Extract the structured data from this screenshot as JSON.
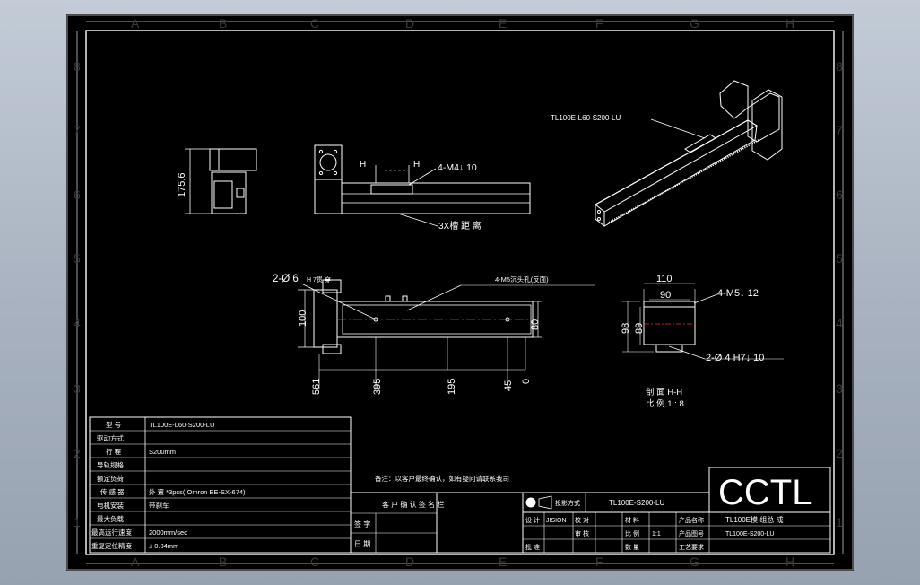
{
  "grid": {
    "cols": [
      "A",
      "B",
      "C",
      "D",
      "E",
      "F",
      "G",
      "H"
    ],
    "rows": [
      "8",
      "7",
      "6",
      "5",
      "4",
      "3",
      "2",
      "1"
    ]
  },
  "views": {
    "iso_label": "TL100E-L60-S200-LU",
    "side_dim": "175.6",
    "front": {
      "section_h": "H",
      "section_h2": "H",
      "thread": "4-M4↓ 10",
      "slots": "3X槽 距 离"
    },
    "top": {
      "pin_hole": "2-Ø 6",
      "pin_tol": "H 7贯 穿",
      "counterbore": "4-M5沉头孔(反面)",
      "h100": "100",
      "h80": "80",
      "x561": "561",
      "x395": "395",
      "x195": "195",
      "x45": "45",
      "x0": "0"
    },
    "section": {
      "w110": "110",
      "w90": "90",
      "thread": "4-M5↓ 12",
      "h98": "98",
      "h89": "89",
      "hole": "2-Ø 4  H7↓ 10",
      "title": "剖 面 H-H",
      "scale": "比 例 1 : 8"
    }
  },
  "spec_table": {
    "rows": [
      {
        "label": "型 号",
        "value": "TL100E-L60-S200-LU"
      },
      {
        "label": "驱动方式",
        "value": ""
      },
      {
        "label": "行 程",
        "value": "S200mm"
      },
      {
        "label": "导轨规格",
        "value": ""
      },
      {
        "label": "额定负荷",
        "value": ""
      },
      {
        "label": "传 感 器",
        "value": "外 置 *3pcs( Omron EE-SX-674)"
      },
      {
        "label": "电机安装",
        "value": "带刹车"
      },
      {
        "label": "最大负载",
        "value": ""
      },
      {
        "label": "最高运行速度",
        "value": "2000mm/sec"
      },
      {
        "label": "重复定位精度",
        "value": "± 0.04mm"
      }
    ]
  },
  "title_block": {
    "note": "备注：以客户最终确认，如有疑问请联系我司",
    "customer_confirm": "客 户 确 认 签 名 栏",
    "sign_label": "签 字",
    "date_label": "日 期",
    "projection_label": "投影方式",
    "part_no": "TL100E-S200-LU",
    "logo": "CCTL",
    "r1": [
      "设 计",
      "JISION",
      "校 对",
      "",
      "材 料",
      "",
      "产品名称"
    ],
    "r2": [
      "",
      "",
      "审 核",
      "",
      "比 例",
      "1:1",
      "产品图号"
    ],
    "r3": [
      "批 准",
      "",
      "",
      "",
      "数 量",
      "",
      "工艺要求"
    ],
    "product_name": "TL100E模 组总 成",
    "drawing_no": "TL100E-S200-LU"
  }
}
